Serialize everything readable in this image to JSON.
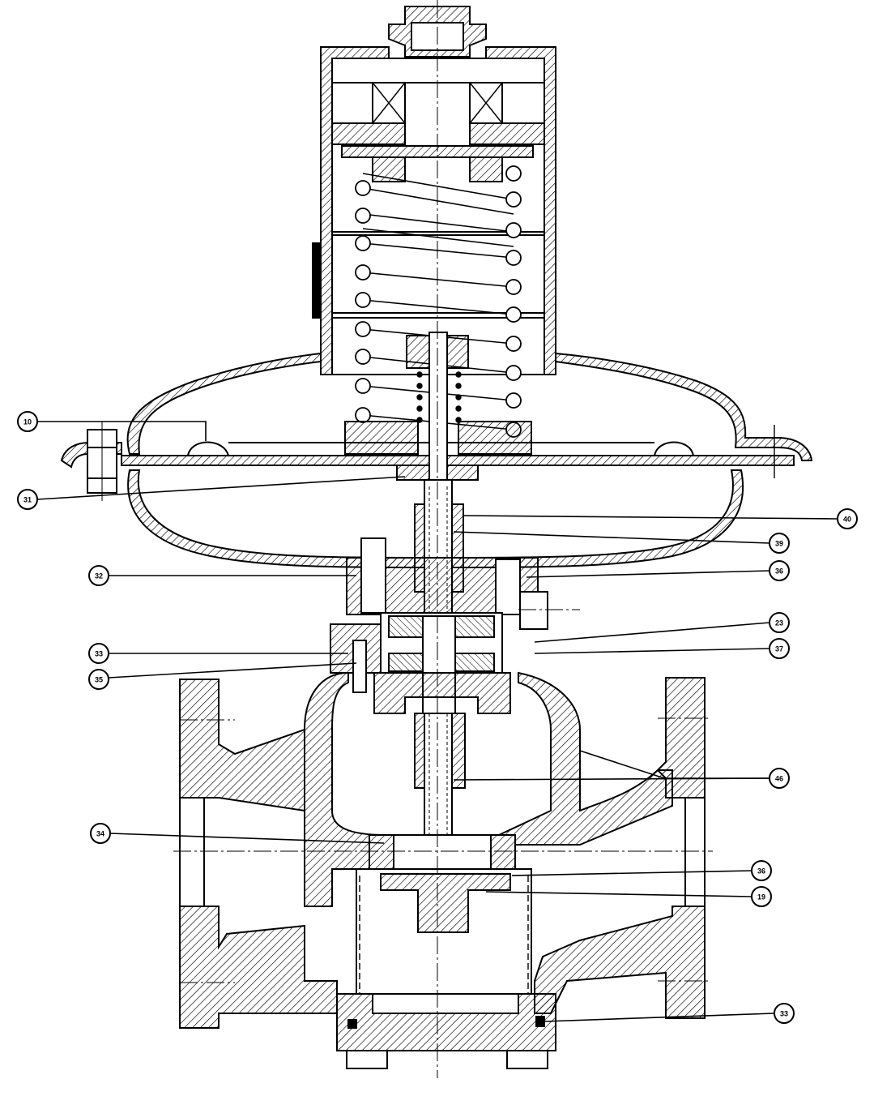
{
  "drawing": {
    "colors": {
      "ink": "#000000",
      "paper": "#ffffff"
    },
    "callouts": [
      {
        "id": "c10",
        "label": "10"
      },
      {
        "id": "c31",
        "label": "31"
      },
      {
        "id": "c32",
        "label": "32"
      },
      {
        "id": "c33a",
        "label": "33"
      },
      {
        "id": "c35",
        "label": "35"
      },
      {
        "id": "c34",
        "label": "34"
      },
      {
        "id": "c40",
        "label": "40"
      },
      {
        "id": "c39",
        "label": "39"
      },
      {
        "id": "c36a",
        "label": "36"
      },
      {
        "id": "c23",
        "label": "23"
      },
      {
        "id": "c37",
        "label": "37"
      },
      {
        "id": "c46",
        "label": "46"
      },
      {
        "id": "c36b",
        "label": "36"
      },
      {
        "id": "c19",
        "label": "19"
      },
      {
        "id": "c33b",
        "label": "33"
      }
    ]
  }
}
